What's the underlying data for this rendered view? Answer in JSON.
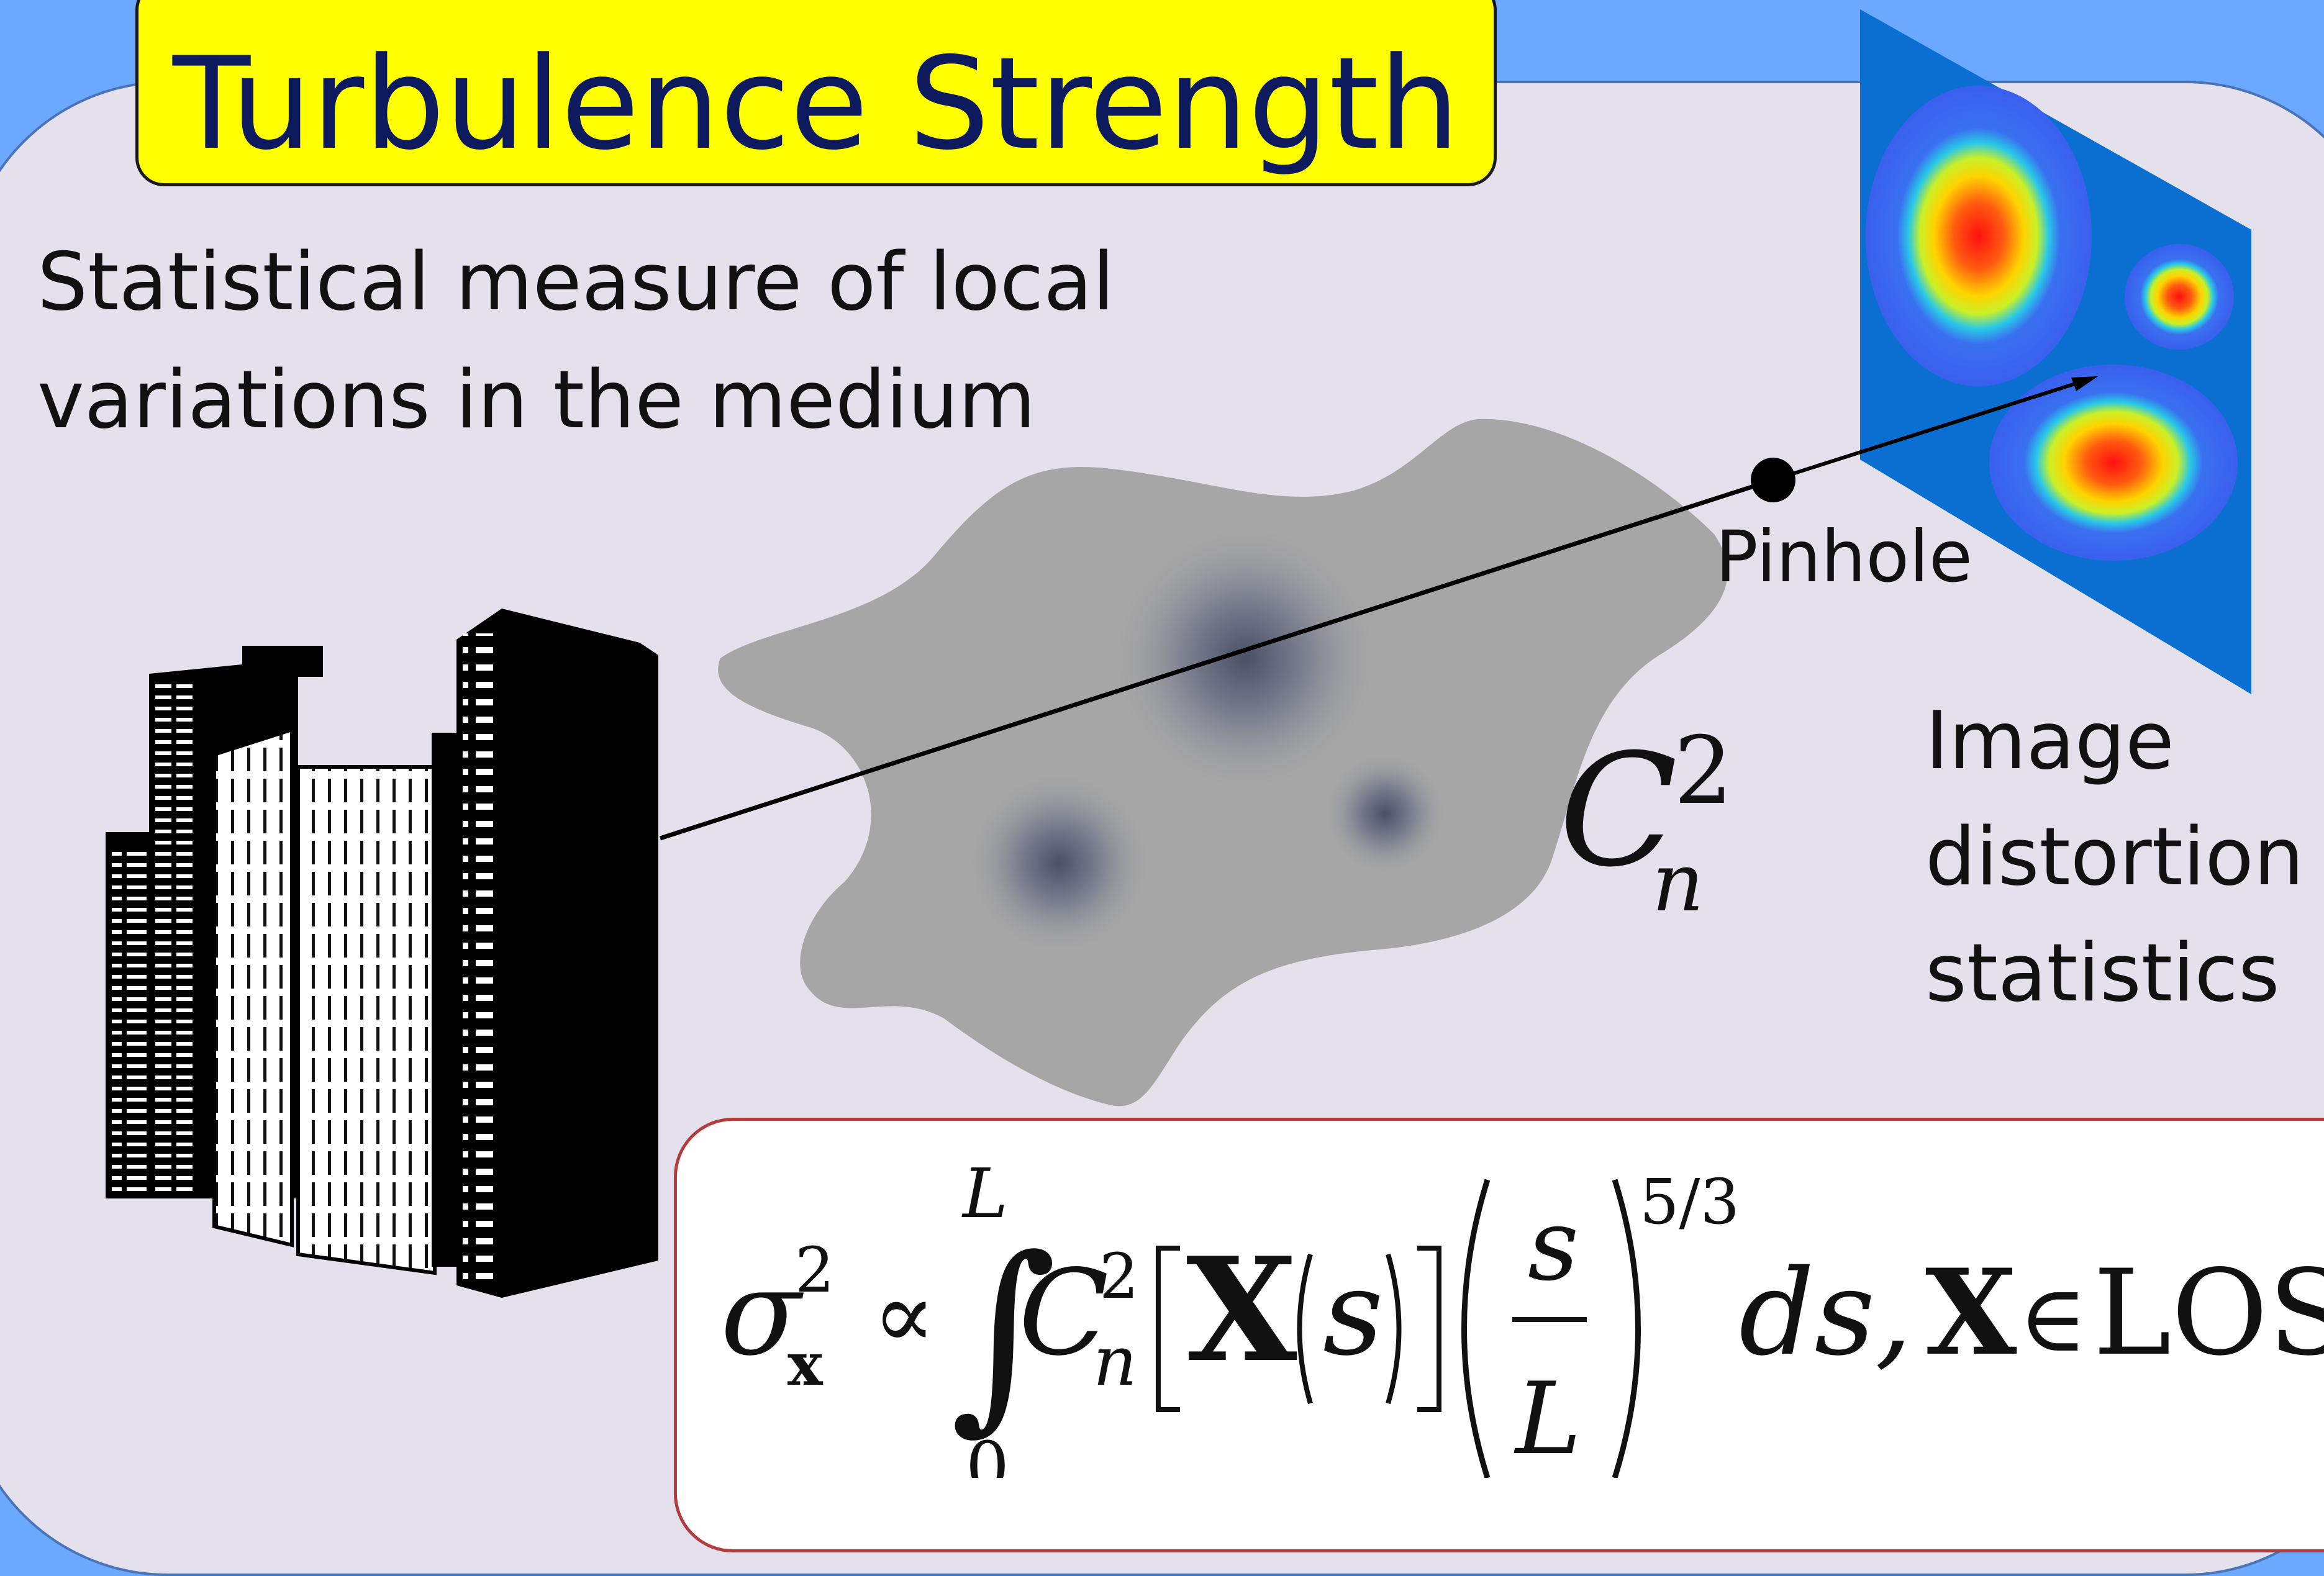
{
  "title": "Turbulence Strength",
  "description": "Statistical measure of local variations in the medium",
  "labels": {
    "pinhole": "Pinhole",
    "image_distortion": [
      "Image",
      "distortion",
      "statistics"
    ],
    "cn2_base": "C",
    "cn2_sup": "2",
    "cn2_sub": "n"
  },
  "formula": {
    "sigma": "σ",
    "sigma_sup": "2",
    "sigma_sub": "x",
    "proportional": "∝",
    "integral": "∫",
    "upper_limit": "L",
    "lower_limit": "0",
    "C": "C",
    "C_sup": "2",
    "C_sub": "n",
    "X": "X",
    "s": "s",
    "L": "L",
    "exponent": "5/3",
    "ds": "ds,",
    "member_X": "X",
    "element_of": "∈",
    "LOS": "LOS"
  },
  "colors": {
    "background": "#6aa9ff",
    "panel": "#e4e0ec",
    "title_fill": "#ffff00",
    "title_text": "#0d1b5e",
    "formula_border": "#b23b3b",
    "screen": "#0a6fd0",
    "cloud": "#a6a6a6"
  },
  "icons": [
    "city-buildings-icon",
    "turbulence-cloud-icon",
    "image-screen-icon",
    "pinhole-icon",
    "ray-arrow-icon"
  ]
}
